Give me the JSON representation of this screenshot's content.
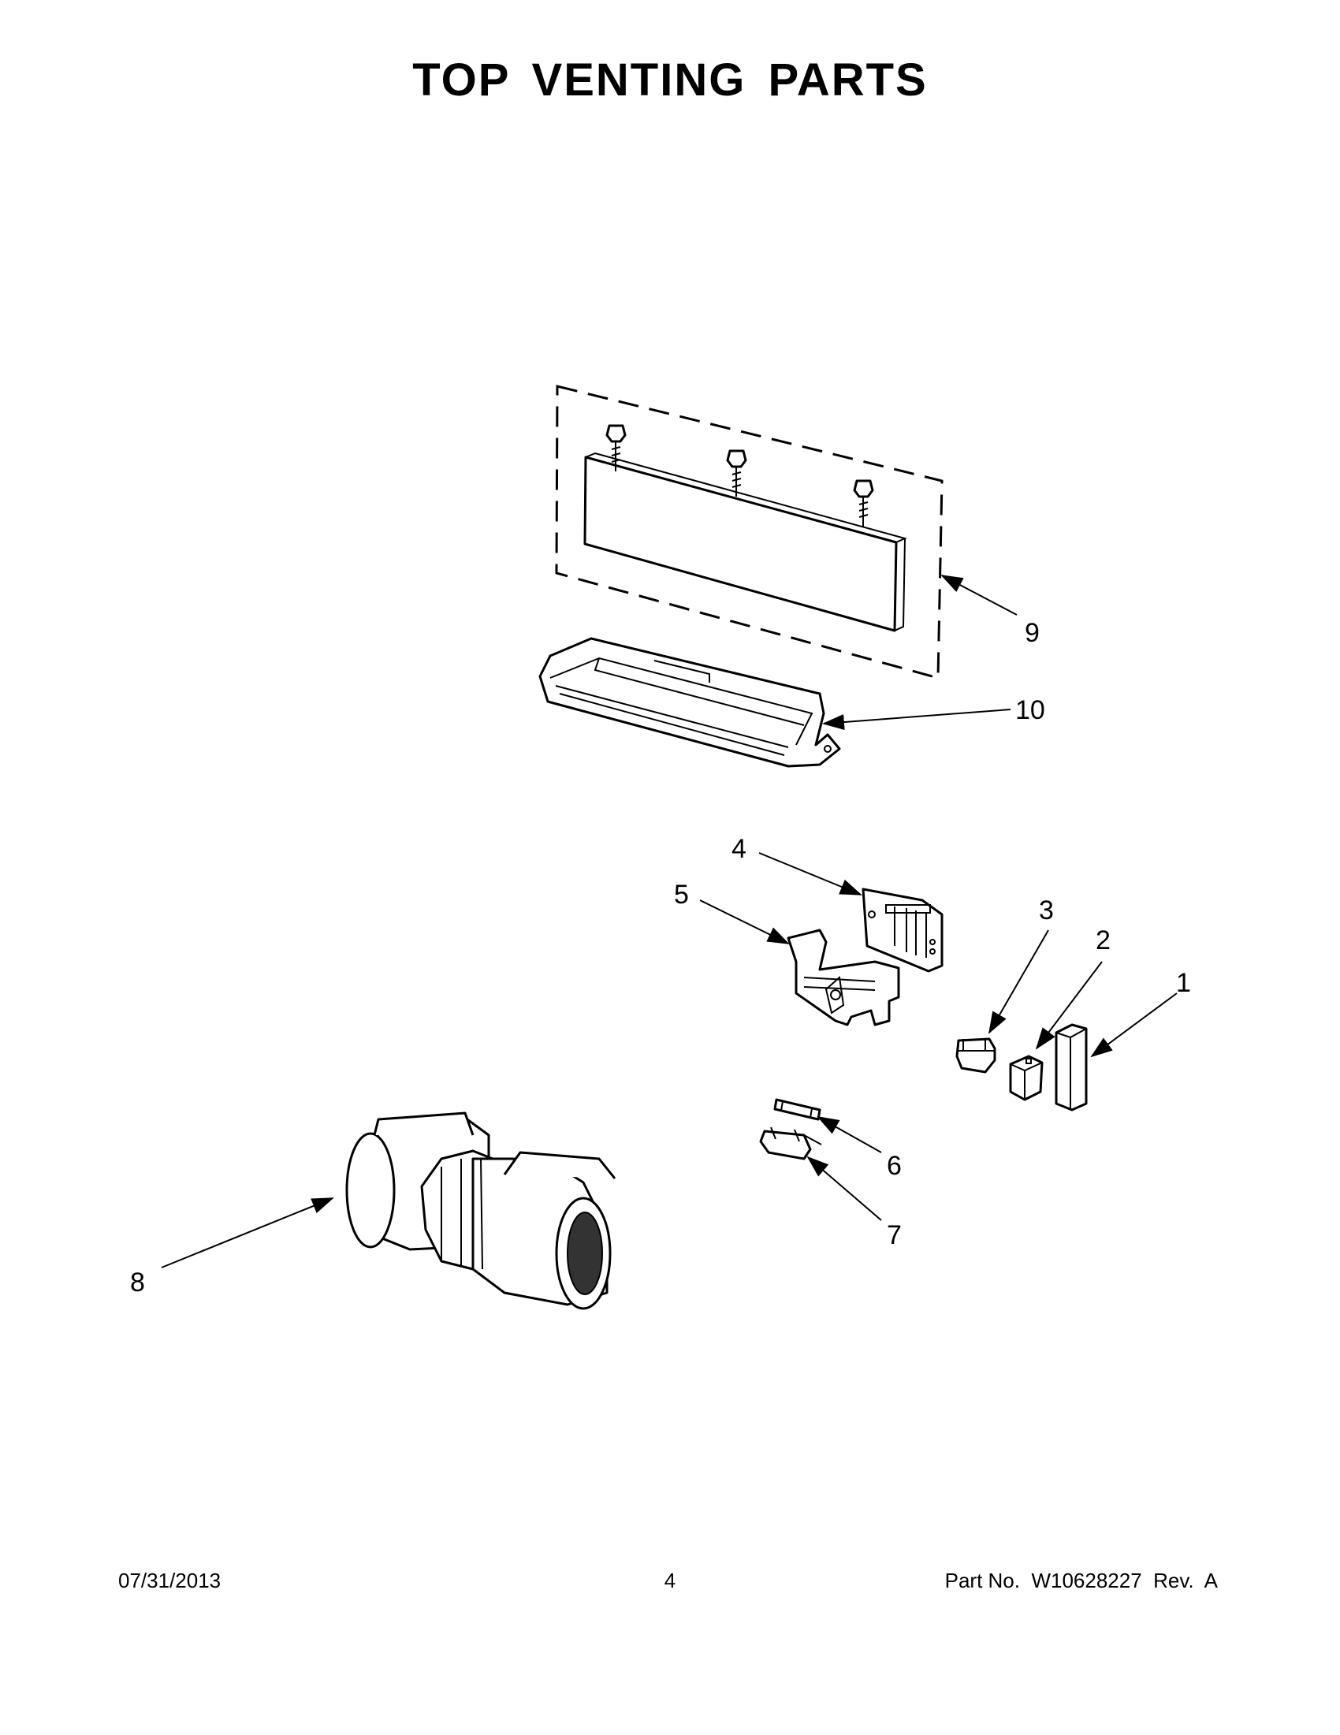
{
  "page": {
    "title": "TOP VENTING PARTS",
    "footer": {
      "date": "07/31/2013",
      "page_number": "4",
      "part_number": "Part No.  W10628227  Rev.  A"
    }
  },
  "callouts": [
    {
      "id": "1",
      "label": "1"
    },
    {
      "id": "2",
      "label": "2"
    },
    {
      "id": "3",
      "label": "3"
    },
    {
      "id": "4",
      "label": "4"
    },
    {
      "id": "5",
      "label": "5"
    },
    {
      "id": "6",
      "label": "6"
    },
    {
      "id": "7",
      "label": "7"
    },
    {
      "id": "8",
      "label": "8"
    },
    {
      "id": "9",
      "label": "9"
    },
    {
      "id": "10",
      "label": "10"
    }
  ]
}
